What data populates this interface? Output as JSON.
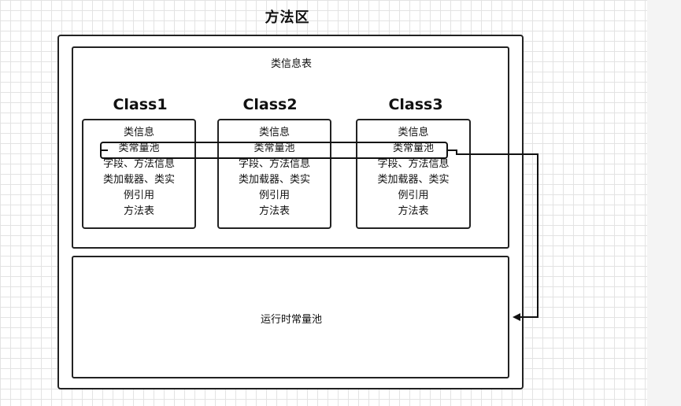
{
  "diagram": {
    "title": "方法区",
    "info_table_label": "类信息表",
    "runtime_pool_label": "运行时常量池",
    "classes": [
      {
        "name": "Class1",
        "items": [
          "类信息",
          "类常量池",
          "字段、方法信息",
          "类加载器、类实",
          "例引用",
          "方法表"
        ]
      },
      {
        "name": "Class2",
        "items": [
          "类信息",
          "类常量池",
          "字段、方法信息",
          "类加载器、类实",
          "例引用",
          "方法表"
        ]
      },
      {
        "name": "Class3",
        "items": [
          "类信息",
          "类常量池",
          "字段、方法信息",
          "类加载器、类实",
          "例引用",
          "方法表"
        ]
      }
    ]
  }
}
